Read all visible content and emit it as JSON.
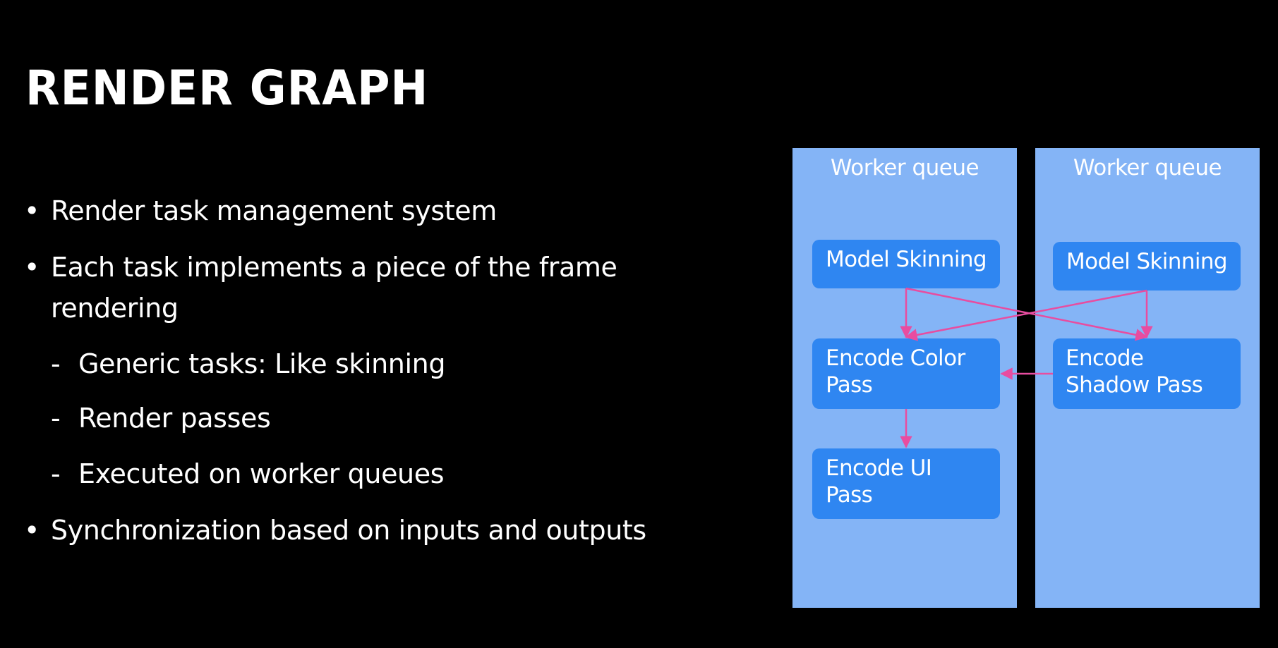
{
  "slide": {
    "title": "RENDER GRAPH",
    "bullets": [
      "Render task management system",
      "Each task implements a piece of the frame",
      "rendering",
      "Generic tasks: Like skinning",
      "Render passes",
      "Executed on worker queues",
      "Synchronization based on inputs and outputs"
    ],
    "markers": {
      "bullet": "•",
      "dash": "-"
    }
  },
  "diagram": {
    "queues": [
      {
        "title": "Worker queue"
      },
      {
        "title": "Worker queue"
      }
    ],
    "tasks": {
      "q1_model_skinning": "Model Skinning",
      "q1_encode_color": "Encode Color\nPass",
      "q1_encode_ui": "Encode UI\nPass",
      "q2_model_skinning": "Model Skinning",
      "q2_encode_shadow": "Encode\nShadow Pass"
    },
    "colors": {
      "background": "#000000",
      "queue_fill": "#84b4f6",
      "task_fill": "#2f86f1",
      "arrow": "#e84da0",
      "text": "#ffffff"
    }
  }
}
